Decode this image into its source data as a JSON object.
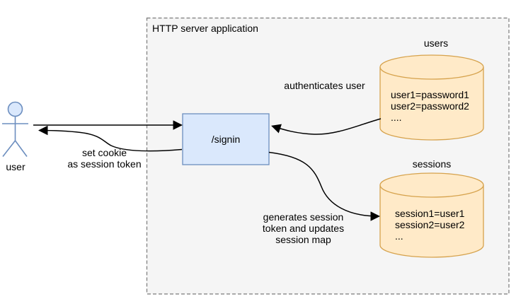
{
  "boundary": {
    "label": "HTTP server application"
  },
  "actor": {
    "label": "user"
  },
  "endpoint": {
    "label": "/signin"
  },
  "users_db": {
    "title": "users",
    "content": "user1=password1\nuser2=password2\n...."
  },
  "sessions_db": {
    "title": "sessions",
    "content": "session1=user1\nsession2=user2\n..."
  },
  "edges": {
    "set_cookie": {
      "label": "set cookie\nas session token"
    },
    "authenticate": {
      "label": "authenticates user"
    },
    "generate_session": {
      "label": "generates session\ntoken and updates\nsession map"
    }
  },
  "colors": {
    "boundary_fill": "#f5f5f5",
    "boundary_stroke": "#7a7a7a",
    "actor_fill": "#dae8fc",
    "actor_stroke": "#6c8ebf",
    "endpoint_fill": "#dae8fc",
    "endpoint_stroke": "#6c8ebf",
    "db_fill": "#ffeac8",
    "db_stroke": "#d6a24c",
    "arrow_color": "#000000",
    "text_color": "#000000"
  }
}
